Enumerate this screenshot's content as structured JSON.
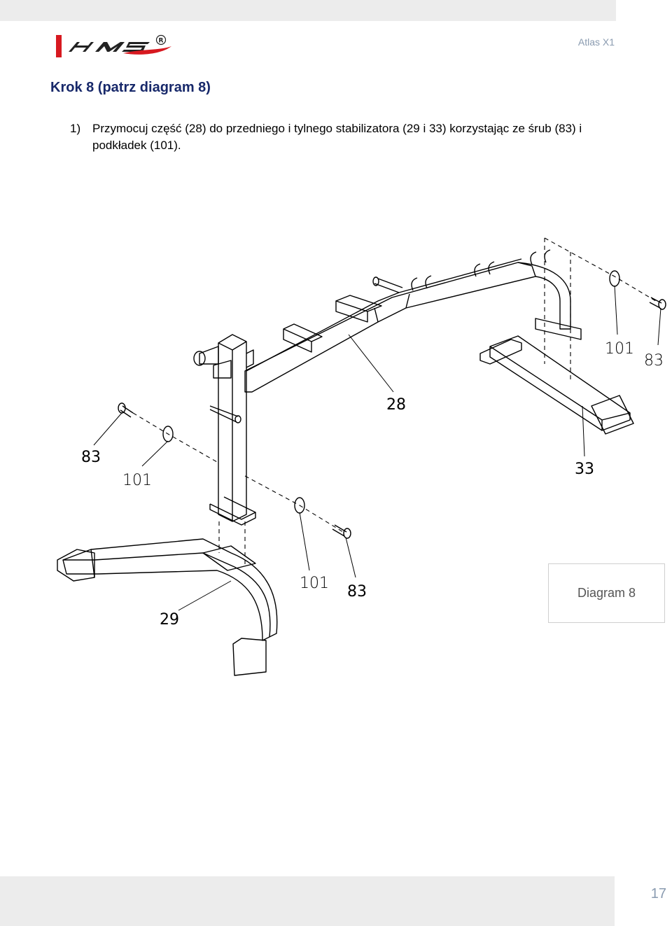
{
  "header": {
    "model_name": "Atlas X1"
  },
  "step": {
    "title": "Krok 8 (patrz diagram 8)",
    "instructions": [
      {
        "number": "1)",
        "text": "Przymocuj część (28) do przedniego i tylnego stabilizatora (29 i 33) korzystając ze śrub (83) i podkładek (101)."
      }
    ]
  },
  "diagram": {
    "label": "Diagram 8",
    "callouts": [
      "28",
      "29",
      "33",
      "83",
      "101",
      "83",
      "101",
      "101",
      "83"
    ]
  },
  "footer": {
    "page_number": "17"
  },
  "colors": {
    "title": "#17286a",
    "logo_red": "#d71920",
    "muted": "#8a9bb0",
    "band": "#ececec"
  }
}
